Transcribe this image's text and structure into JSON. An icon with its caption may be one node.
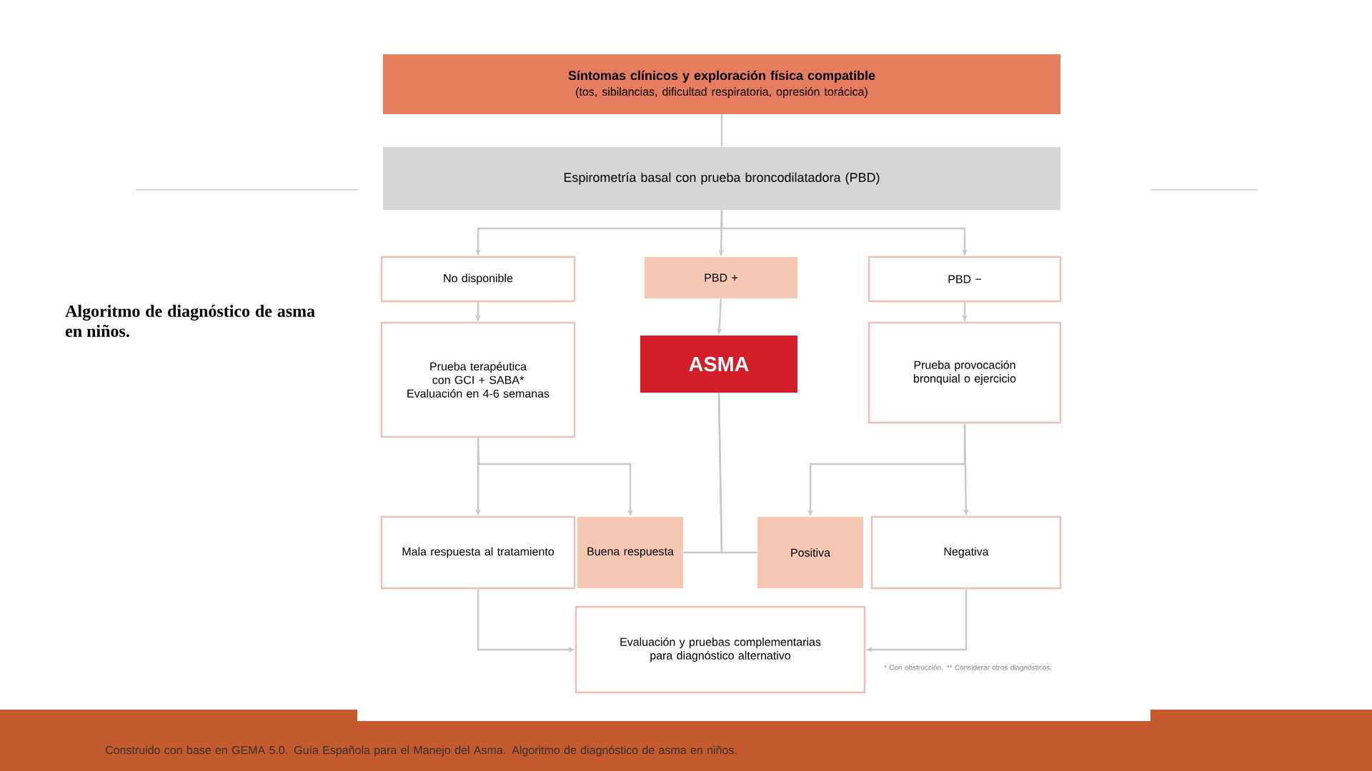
{
  "diagram": {
    "title": "Algoritmo de diagnóstico de asma en niños.",
    "nodes": [
      {
        "text": [
          "Síntomas clínicos y exploración física compatible",
          "(tos, sibilancias, dificultad respiratoria, opresión torácica)"
        ]
      },
      {
        "text": [
          "Espirometría basal con prueba broncodilatadora (PBD)"
        ]
      },
      {
        "text": [
          "No disponible"
        ]
      },
      {
        "text": [
          "PBD +"
        ]
      },
      {
        "text": [
          "PBD −"
        ]
      },
      {
        "text": [
          "Prueba terapéutica con GCI + SABA* Evaluación en 4-6 semanas"
        ]
      },
      {
        "text": [
          "ASMA"
        ]
      },
      {
        "text": [
          "Prueba provocación bronquial o ejercicio"
        ]
      },
      {
        "text": [
          "Mala respuesta al tratamiento"
        ]
      },
      {
        "text": [
          "Buena respuesta"
        ]
      },
      {
        "text": [
          "Positiva"
        ]
      },
      {
        "text": [
          "Negativa"
        ]
      },
      {
        "text": [
          "Evaluación y pruebas complementarias para diagnóstico alternativo"
        ]
      }
    ],
    "edges": [
      {
        "from": 0,
        "to": 1,
        "arrow": "none"
      },
      {
        "from": 1,
        "to": 2,
        "arrow": "to"
      },
      {
        "from": 1,
        "to": 3,
        "arrow": "to"
      },
      {
        "from": 1,
        "to": 4,
        "arrow": "to"
      },
      {
        "from": 2,
        "to": 5,
        "arrow": "to"
      },
      {
        "from": 3,
        "to": 6,
        "arrow": "to"
      },
      {
        "from": 4,
        "to": 7,
        "arrow": "to"
      },
      {
        "from": 5,
        "to": 8,
        "arrow": "to"
      },
      {
        "from": 5,
        "to": 9,
        "arrow": "to"
      },
      {
        "from": 7,
        "to": 10,
        "arrow": "to"
      },
      {
        "from": 7,
        "to": 11,
        "arrow": "to"
      },
      {
        "from": 9,
        "to": 6,
        "arrow": "none"
      },
      {
        "from": 10,
        "to": 6,
        "arrow": "none"
      },
      {
        "from": 8,
        "to": 12,
        "arrow": "to"
      },
      {
        "from": 11,
        "to": 12,
        "arrow": "to"
      }
    ],
    "labels": [
      "* Con obstrucción. ** Considerar otros diagnósticos.",
      "Construido con base en GEMA 5.0. Guía Española para el Manejo del Asma. Algoritmo de diagnóstico de asma en niños."
    ]
  }
}
